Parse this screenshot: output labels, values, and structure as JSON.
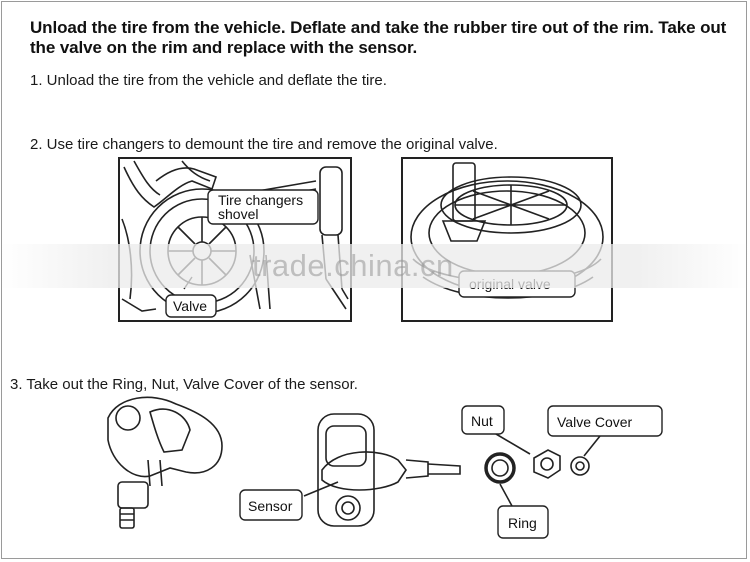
{
  "heading": "Unload the tire from the vehicle. Deflate and take the rubber tire out of the rim. Take out the valve on the rim and replace with the sensor.",
  "steps": [
    "1. Unload the tire from the vehicle and deflate the tire.",
    "2. Use tire changers to demount the tire and remove the original valve.",
    "3. Take out the Ring, Nut, Valve Cover of the sensor."
  ],
  "step2_labels": {
    "tire_changers_shovel": [
      "Tire changers",
      "shovel"
    ],
    "valve": "Valve",
    "original_valve": "original valve"
  },
  "step3_labels": {
    "nut": "Nut",
    "valve_cover": "Valve Cover",
    "sensor": "Sensor",
    "ring": "Ring"
  },
  "watermark": "trade.china.cn"
}
